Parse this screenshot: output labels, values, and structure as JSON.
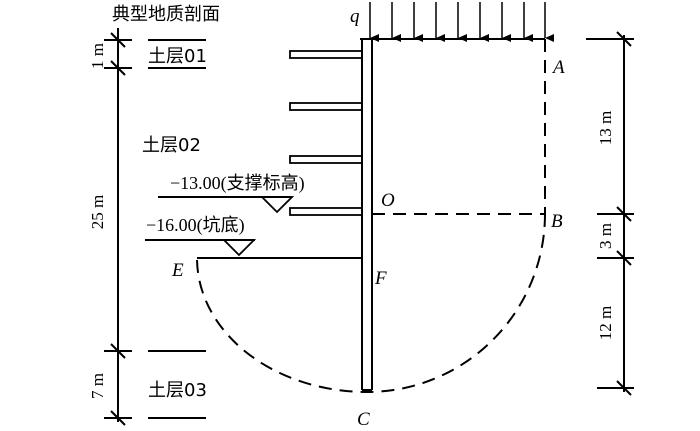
{
  "title": "典型地质剖面",
  "soil_layers": {
    "layer1": "土层01",
    "layer2": "土层02",
    "layer3": "土层03"
  },
  "elevations": {
    "support": "−13.00(支撑标高)",
    "pit_bottom": "−16.00(坑底)"
  },
  "point_labels": {
    "q": "q",
    "A": "A",
    "O": "O",
    "B": "B",
    "E": "E",
    "F": "F",
    "C": "C"
  },
  "left_dimensions": {
    "d1": "1 m",
    "d2": "25 m",
    "d3": "7 m"
  },
  "right_dimensions": {
    "d1": "13 m",
    "d2": "3 m",
    "d3": "12 m"
  }
}
